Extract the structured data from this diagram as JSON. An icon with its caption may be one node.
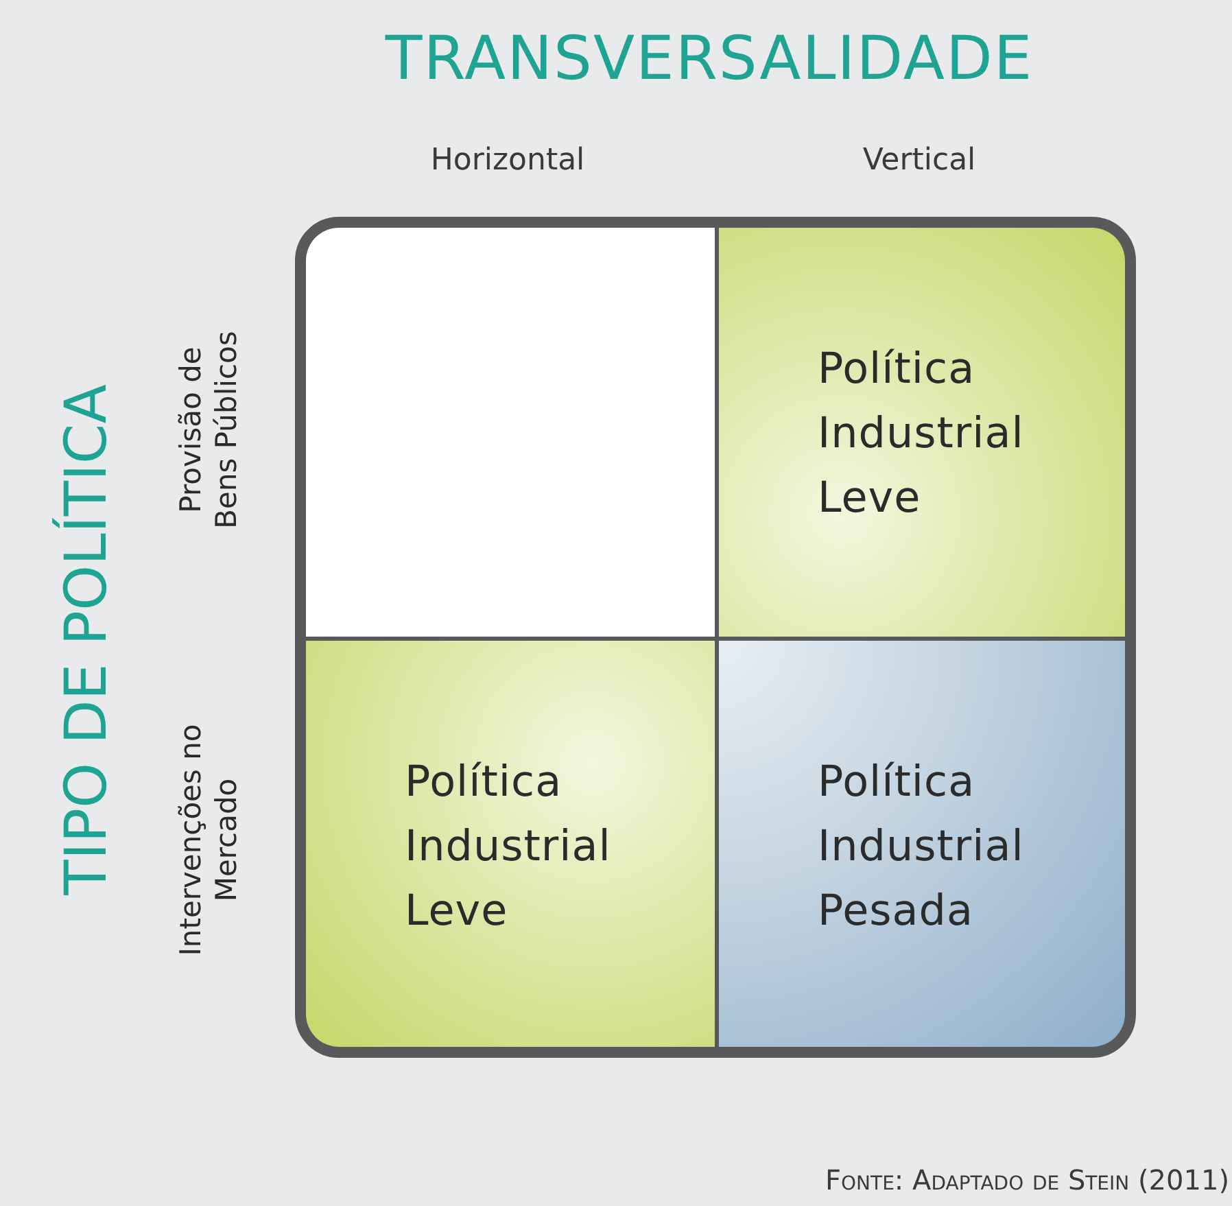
{
  "diagram": {
    "caption": "Fonte: Adaptado de Stein (2011)",
    "nodes": [
      {
        "text": [],
        "shape": "box"
      },
      {
        "text": [
          "Política Industrial Leve"
        ]
      },
      {
        "text": [
          "Política Industrial Leve"
        ]
      },
      {
        "text": [
          "Política Industrial Pesada"
        ]
      }
    ],
    "labels": [
      "TRANSVERSALIDADE",
      "Horizontal",
      "Vertical",
      "TIPO DE POLÍTICA",
      "Provisão de Bens Públicos",
      "Intervenções no Mercado"
    ]
  }
}
